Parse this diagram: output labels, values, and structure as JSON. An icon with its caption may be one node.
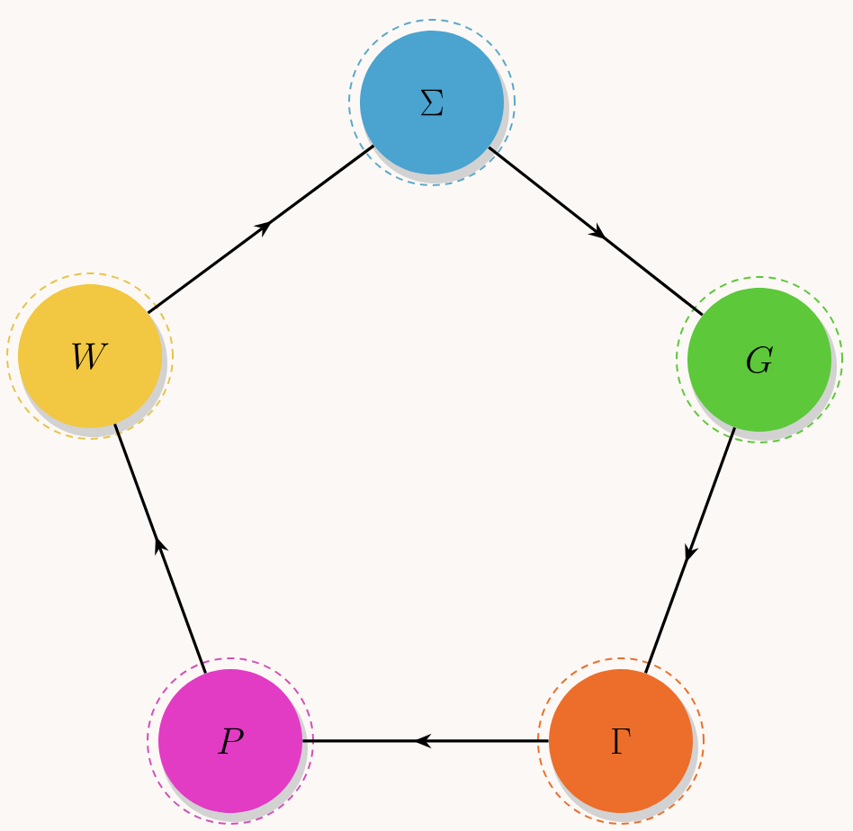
{
  "diagram": {
    "nodes": [
      {
        "text": [
          "\\Sigma"
        ]
      },
      {
        "text": [
          "G"
        ]
      },
      {
        "text": [
          "\\Gamma"
        ]
      },
      {
        "text": [
          "P"
        ]
      },
      {
        "text": [
          "W"
        ]
      }
    ],
    "edges": [
      {
        "from": 4,
        "to": 0,
        "arrow": "to"
      },
      {
        "from": 0,
        "to": 1,
        "arrow": "to"
      },
      {
        "from": 1,
        "to": 2,
        "arrow": "to"
      },
      {
        "from": 2,
        "to": 3,
        "arrow": "to"
      },
      {
        "from": 3,
        "to": 4,
        "arrow": "to"
      }
    ]
  }
}
